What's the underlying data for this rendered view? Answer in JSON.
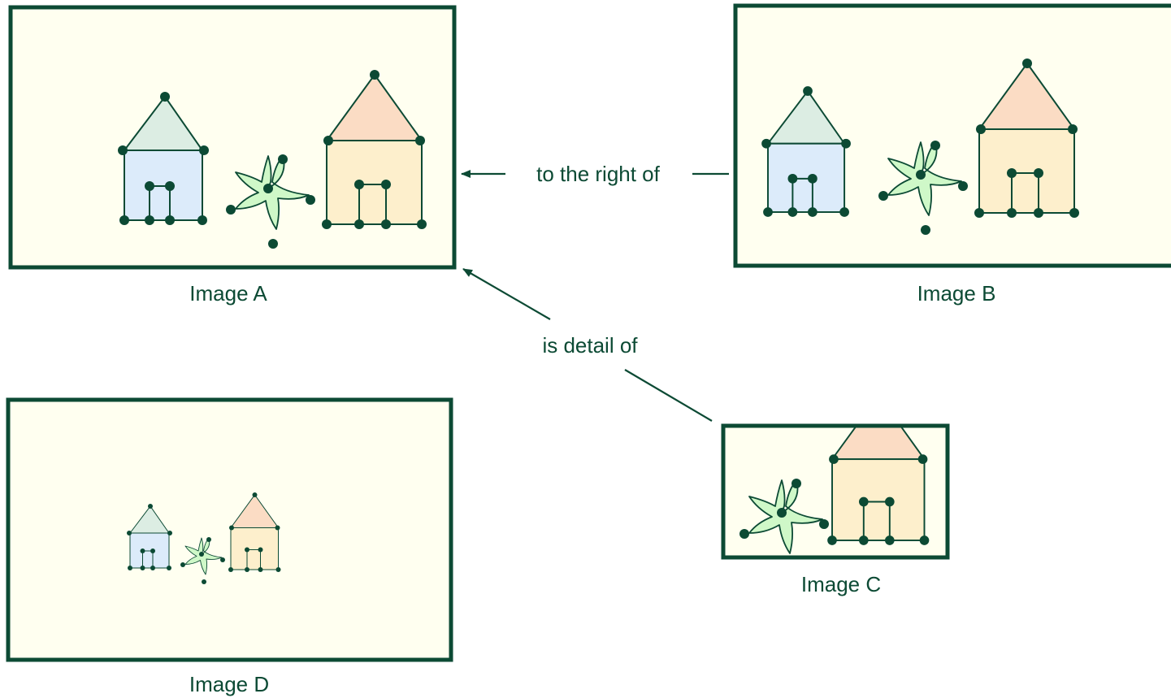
{
  "images": {
    "a": {
      "caption": "Image A"
    },
    "b": {
      "caption": "Image B"
    },
    "c": {
      "caption": "Image C"
    },
    "d": {
      "caption": "Image D"
    }
  },
  "relations": {
    "right_of": "to the right of",
    "detail_of": "is detail of"
  },
  "colors": {
    "stroke": "#0c4a34",
    "frame_fill": "#fffff0",
    "small_house_roof": "#dcede3",
    "small_house_body": "#dcebfa",
    "big_house_roof": "#fbdcc4",
    "big_house_body": "#fdefcc",
    "flower": "#cff8c8"
  }
}
